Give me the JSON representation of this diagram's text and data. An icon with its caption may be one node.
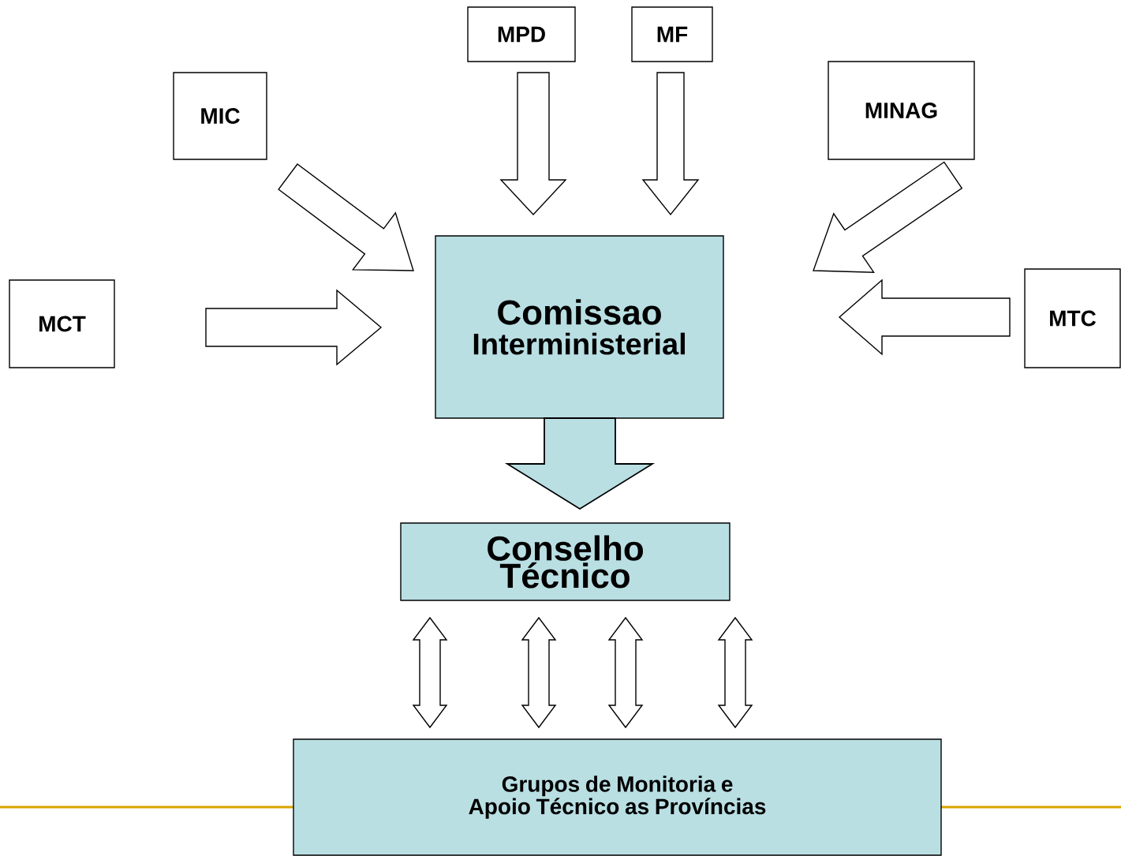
{
  "diagram": {
    "nodes": [
      {
        "text": [
          "MPD"
        ]
      },
      {
        "text": [
          "MF"
        ]
      },
      {
        "text": [
          "MIC"
        ]
      },
      {
        "text": [
          "MINAG"
        ]
      },
      {
        "text": [
          "MCT"
        ]
      },
      {
        "text": [
          "MTC"
        ]
      },
      {
        "text": [
          "Comissao",
          "Interministerial"
        ]
      },
      {
        "text": [
          "Conselho Técnico"
        ]
      },
      {
        "text": [
          "Grupos de Monitoria e Apoio Técnico as Províncias"
        ]
      }
    ],
    "edges": [
      {
        "from": 0,
        "to": 6,
        "arrow": "to"
      },
      {
        "from": 1,
        "to": 6,
        "arrow": "to"
      },
      {
        "from": 2,
        "to": 6,
        "arrow": "to"
      },
      {
        "from": 3,
        "to": 6,
        "arrow": "to"
      },
      {
        "from": 4,
        "to": 6,
        "arrow": "to"
      },
      {
        "from": 5,
        "to": 6,
        "arrow": "to"
      },
      {
        "from": 6,
        "to": 7,
        "arrow": "to",
        "style": "thick",
        "color": "#b9dfe3"
      },
      {
        "from": 7,
        "to": 8,
        "arrow": "both"
      },
      {
        "from": 7,
        "to": 8,
        "arrow": "both"
      },
      {
        "from": 7,
        "to": 8,
        "arrow": "both"
      },
      {
        "from": 7,
        "to": 8,
        "arrow": "both"
      }
    ]
  }
}
